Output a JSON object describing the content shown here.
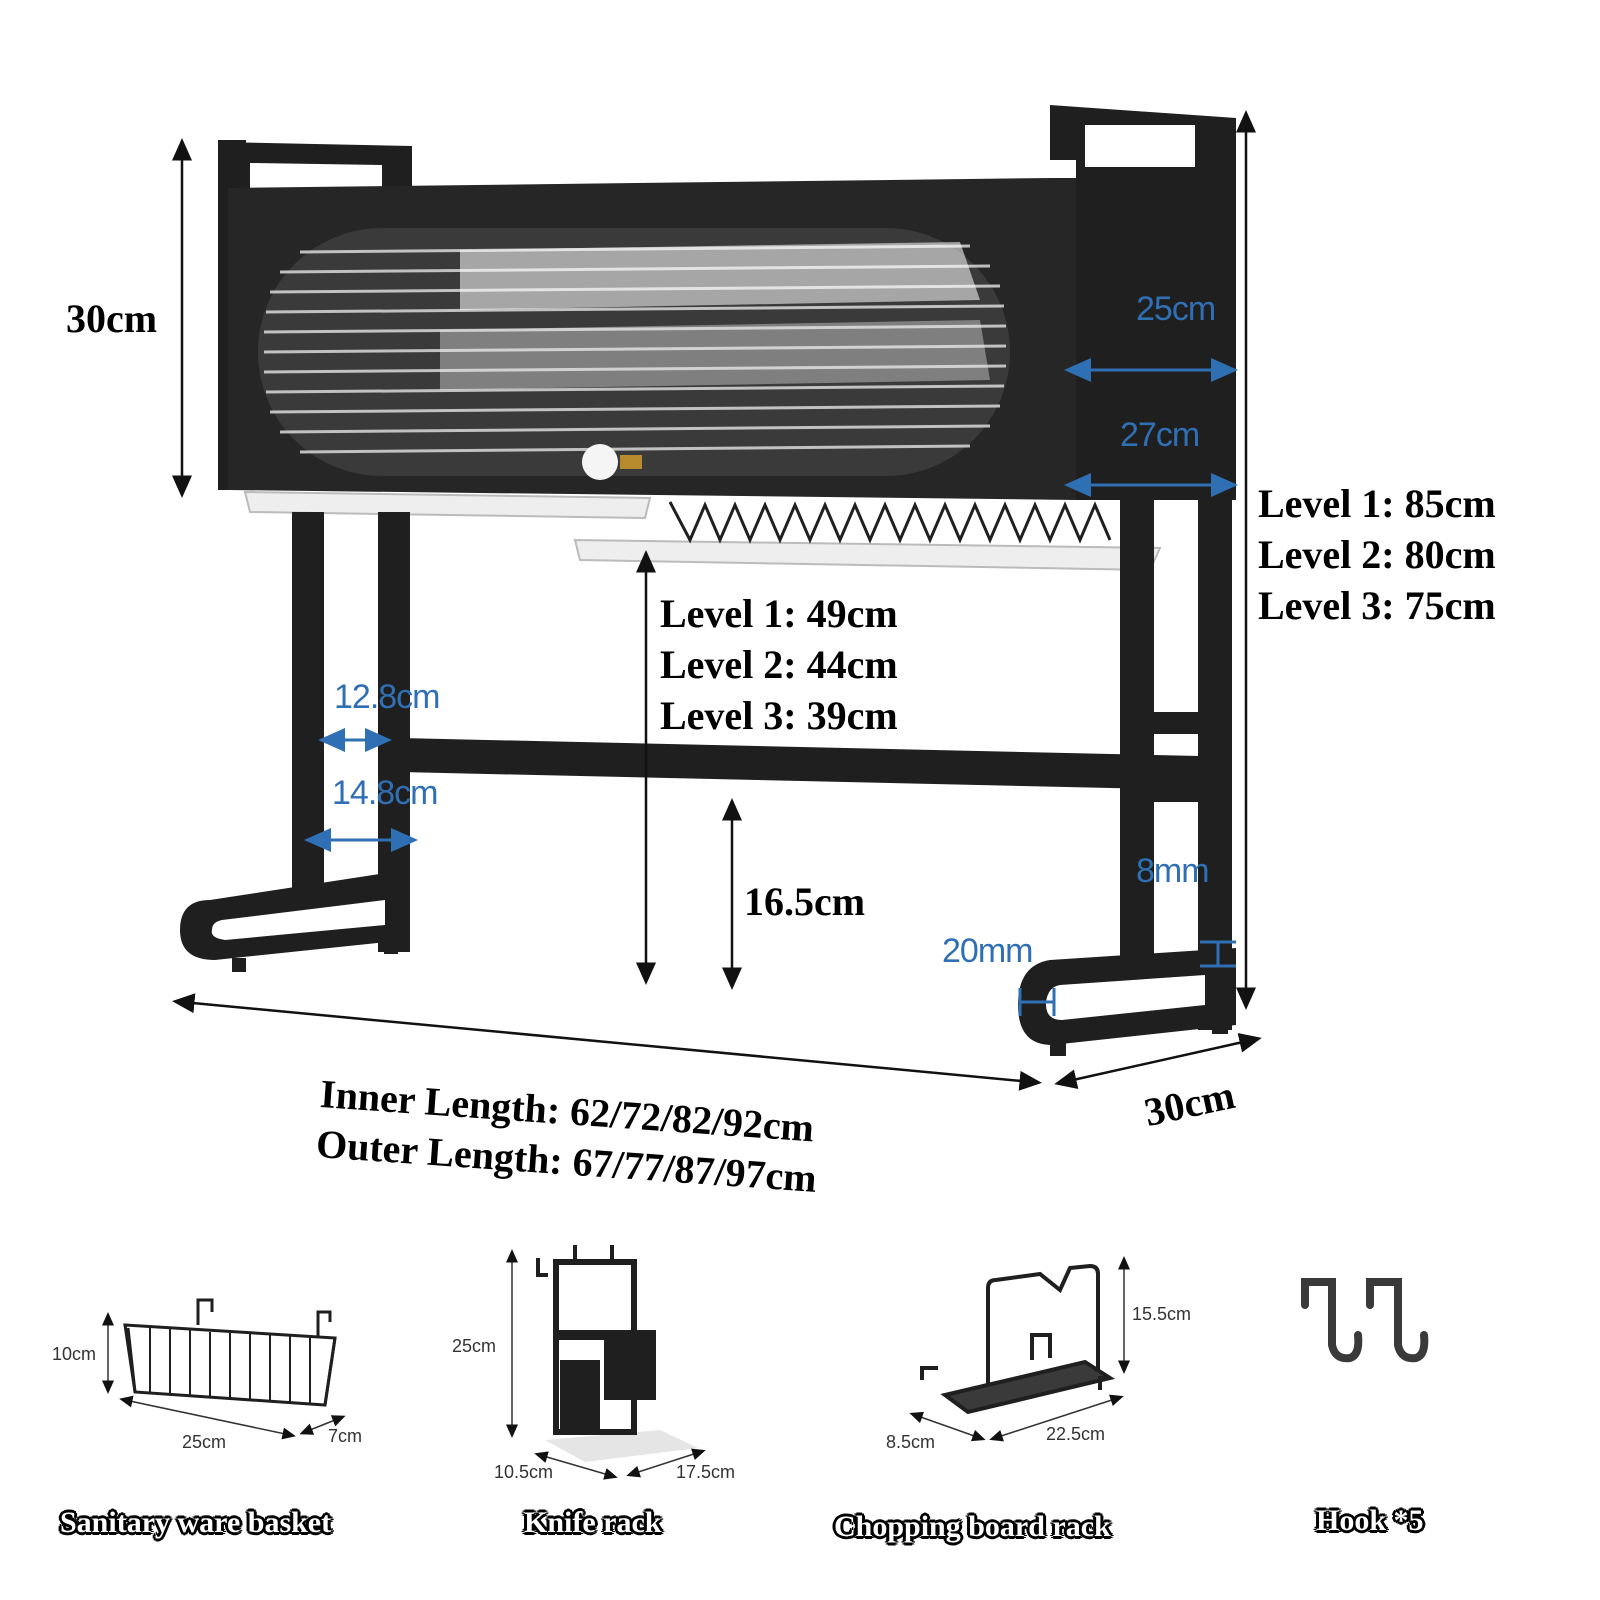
{
  "dimensions": {
    "height": "30cm",
    "inner_width": "25cm",
    "outer_width": "27cm",
    "total_height_levels": [
      "Level 1: 85cm",
      "Level 2: 80cm",
      "Level 3: 75cm"
    ],
    "clearance_levels": [
      "Level 1: 49cm",
      "Level 2: 44cm",
      "Level 3: 39cm"
    ],
    "leg_inner": "12.8cm",
    "leg_outer": "14.8cm",
    "bar_height": "16.5cm",
    "tube_8mm": "8mm",
    "tube_20mm": "20mm",
    "inner_length": "Inner Length: 62/72/82/92cm",
    "outer_length": "Outer Length: 67/77/87/97cm",
    "depth": "30cm"
  },
  "accessories": [
    {
      "name": "Sanitary ware basket",
      "dims": [
        "10cm",
        "25cm",
        "7cm"
      ]
    },
    {
      "name": "Knife rack",
      "dims": [
        "25cm",
        "10.5cm",
        "17.5cm"
      ]
    },
    {
      "name": "Chopping board rack",
      "dims": [
        "15.5cm",
        "8.5cm",
        "22.5cm"
      ]
    },
    {
      "name": "Hook *5",
      "dims": []
    }
  ],
  "colors": {
    "frame": "#1f1f1f",
    "accent": "#2f6fb3",
    "tray": "#eeeeee"
  }
}
